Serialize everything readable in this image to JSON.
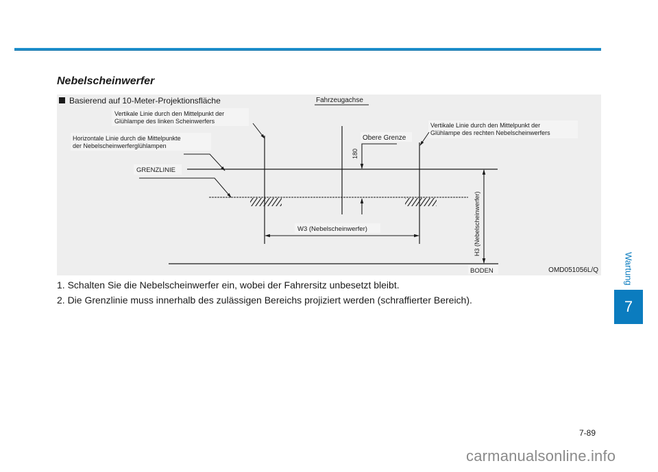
{
  "header": {
    "accent_color": "#1e8fcc"
  },
  "section": {
    "title": "Nebelscheinwerfer"
  },
  "figure": {
    "caption": "Basierend auf 10-Meter-Projektionsfläche",
    "code": "OMD051056L/Q",
    "labels": {
      "vehicle_axis": "Fahrzeugachse",
      "vertical_left_line1": "Vertikale Linie durch den Mittelpunkt der",
      "vertical_left_line2": "Glühlampe des linken Scheinwerfers",
      "horizontal_line1": "Horizontale Linie durch die Mittelpunkte",
      "horizontal_line2": "der Nebelscheinwerferglühlampen",
      "vertical_right_line1": "Vertikale Linie durch den Mittelpunkt der",
      "vertical_right_line2": "Glühlampe des rechten Nebelscheinwerfers",
      "upper_limit": "Obere Grenze",
      "dimension_180": "180",
      "cutoff_line": "GRENZLINIE",
      "width_w3": "W3 (Nebelscheinwerfer)",
      "height_h3": "H3 (Nebelscheinwerfer)",
      "ground": "BODEN"
    }
  },
  "steps": [
    "1. Schalten Sie die Nebelscheinwerfer ein, wobei der Fahrersitz unbesetzt bleibt.",
    "2. Die Grenzlinie muss innerhalb des zulässigen Bereichs projiziert werden (schraffierter Bereich)."
  ],
  "side_tab": {
    "label": "Wartung",
    "chapter": "7",
    "color": "#0b7cbf"
  },
  "footer": {
    "page_number": "7-89",
    "watermark": "carmanualsonline.info"
  }
}
